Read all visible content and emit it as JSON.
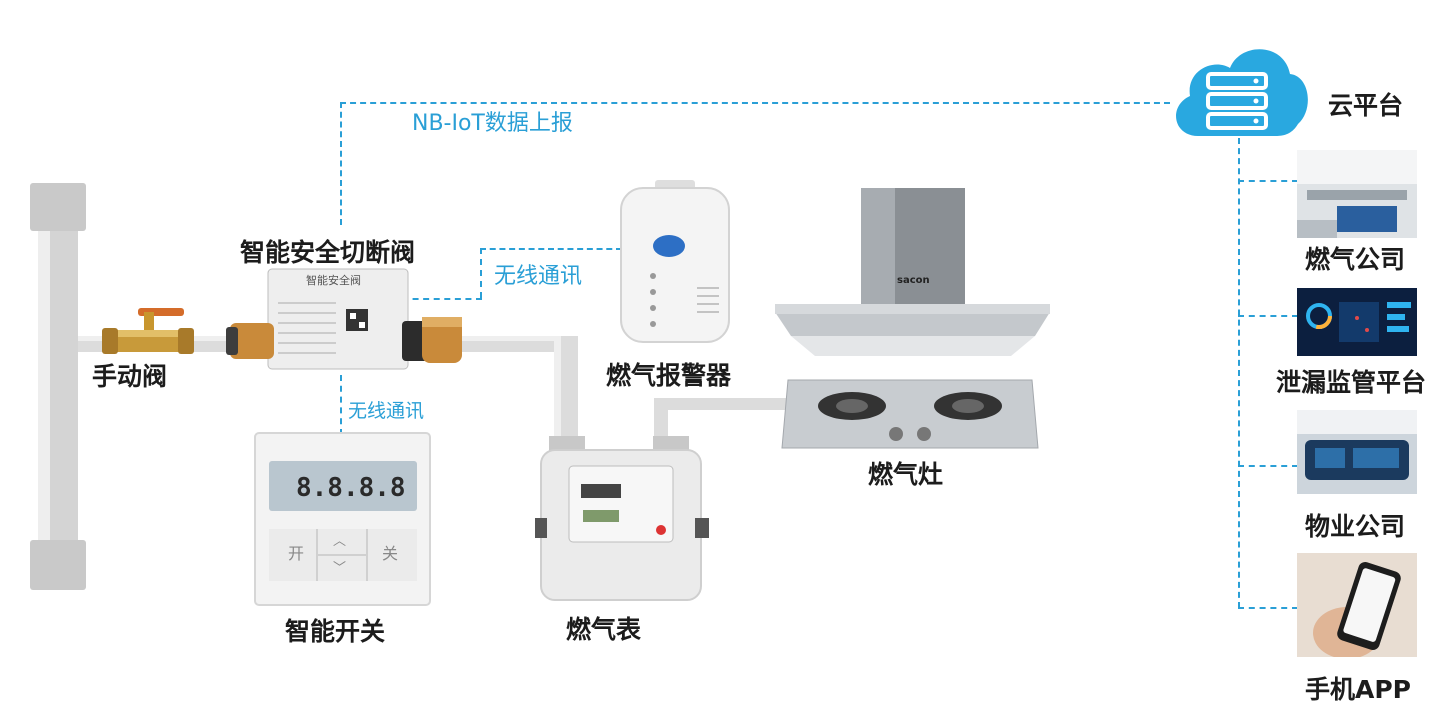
{
  "labels": {
    "manual_valve": "手动阀",
    "safety_valve": "智能安全切断阀",
    "nbiot": "NB-IoT数据上报",
    "wireless_1": "无线通讯",
    "wireless_2": "无线通讯",
    "alarm": "燃气报警器",
    "smart_switch": "智能开关",
    "gas_meter": "燃气表",
    "stove": "燃气灶",
    "cloud": "云平台",
    "gas_company": "燃气公司",
    "leak_platform": "泄漏监管平台",
    "property": "物业公司",
    "app": "手机APP"
  },
  "devices": {
    "valve_plate_title": "智能安全阀",
    "switch_display": "8.8.8.8",
    "switch_open": "开",
    "switch_close": "关",
    "switch_up": "︿",
    "switch_down": "﹀",
    "hood_brand": "sacon"
  },
  "colors": {
    "accent": "#2a9fd6",
    "cloud": "#29a8e0",
    "pipe": "#d9d9d9"
  }
}
